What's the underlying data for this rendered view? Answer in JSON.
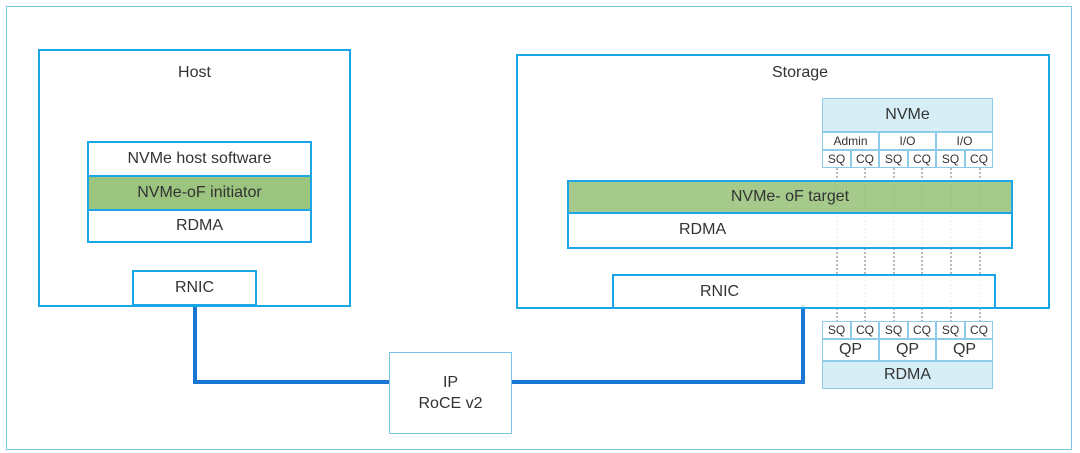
{
  "host": {
    "title": "Host",
    "stack": [
      "NVMe host software",
      "NVMe-oF initiator",
      "RDMA"
    ],
    "rnic": "RNIC"
  },
  "storage": {
    "title": "Storage",
    "nvme": {
      "title": "NVMe",
      "queue_groups": [
        {
          "label": "Admin",
          "sq": "SQ",
          "cq": "CQ"
        },
        {
          "label": "I/O",
          "sq": "SQ",
          "cq": "CQ"
        },
        {
          "label": "I/O",
          "sq": "SQ",
          "cq": "CQ"
        }
      ]
    },
    "target": "NVMe- oF target",
    "rdma": "RDMA",
    "rnic": "RNIC",
    "qp_block": {
      "queues": [
        {
          "sq": "SQ",
          "cq": "CQ",
          "qp": "QP"
        },
        {
          "sq": "SQ",
          "cq": "CQ",
          "qp": "QP"
        },
        {
          "sq": "SQ",
          "cq": "CQ",
          "qp": "QP"
        }
      ],
      "rdma": "RDMA"
    }
  },
  "network": {
    "line1": "IP",
    "line2": "RoCE v2"
  },
  "colors": {
    "frame": "#79c4e8",
    "box": "#1aa7e8",
    "link": "#1976d2",
    "highlight": "#9bc47f",
    "nvme_fill": "#d7eef7"
  }
}
